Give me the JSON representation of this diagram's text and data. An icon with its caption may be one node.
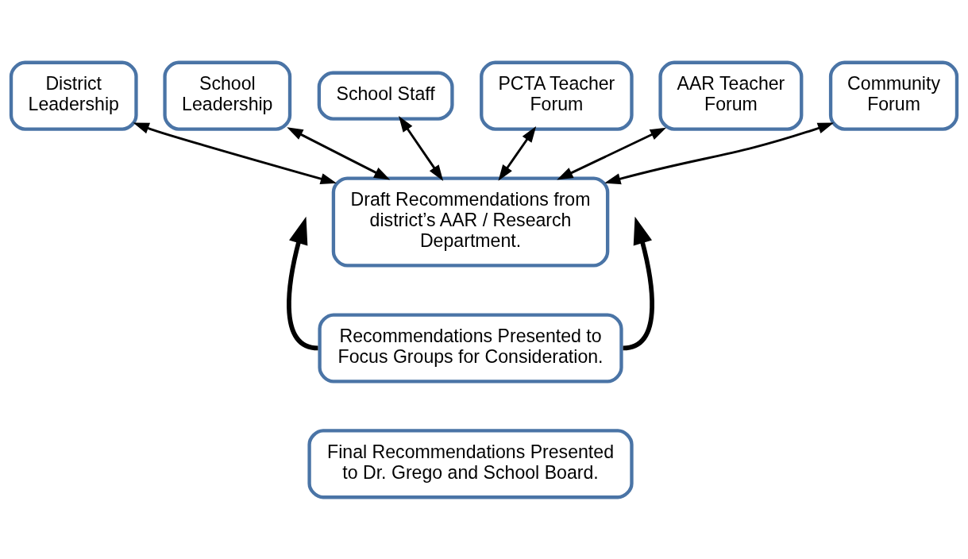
{
  "diagram": {
    "nodes": [
      {
        "text": [
          "District Leadership"
        ]
      },
      {
        "text": [
          "School Leadership"
        ]
      },
      {
        "text": [
          "School Staff"
        ]
      },
      {
        "text": [
          "PCTA Teacher Forum"
        ]
      },
      {
        "text": [
          "AAR Teacher Forum"
        ]
      },
      {
        "text": [
          "Community Forum"
        ]
      },
      {
        "text": [
          "Draft Recommendations from district’s AAR / Research Department."
        ]
      },
      {
        "text": [
          "Recommendations Presented to Focus Groups for Consideration."
        ]
      },
      {
        "text": [
          "Final Recommendations Presented to Dr. Grego and School Board."
        ]
      }
    ],
    "edges": [
      {
        "from": 0,
        "to": 6,
        "arrow": "both"
      },
      {
        "from": 1,
        "to": 6,
        "arrow": "both"
      },
      {
        "from": 2,
        "to": 6,
        "arrow": "both"
      },
      {
        "from": 3,
        "to": 6,
        "arrow": "both"
      },
      {
        "from": 4,
        "to": 6,
        "arrow": "both"
      },
      {
        "from": 5,
        "to": 6,
        "arrow": "both"
      },
      {
        "from": 7,
        "to": null,
        "arrow": "to",
        "style": "thick"
      },
      {
        "from": 7,
        "to": null,
        "arrow": "to",
        "style": "thick"
      }
    ]
  }
}
